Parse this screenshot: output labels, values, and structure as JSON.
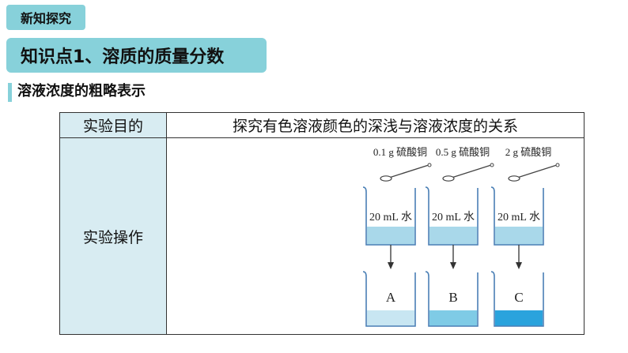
{
  "tag": "新知探究",
  "banner": "知识点1、溶质的质量分数",
  "subtitle": "溶液浓度的粗略表示",
  "table": {
    "row1": {
      "header": "实验目的",
      "content": "探究有色溶液颜色的深浅与溶液浓度的关系"
    },
    "row2": {
      "header": "实验操作"
    }
  },
  "experiment": {
    "samples": [
      {
        "amount": "0.1 g 硫酸铜",
        "water": "20 mL 水",
        "result": "A",
        "color": "#c8e6f2"
      },
      {
        "amount": "0.5 g 硫酸铜",
        "water": "20 mL 水",
        "result": "B",
        "color": "#7fcbe6"
      },
      {
        "amount": "2 g 硫酸铜",
        "water": "20 mL 水",
        "result": "C",
        "color": "#2aa3dd"
      }
    ],
    "water_color": "#a9d8ea",
    "beaker_border": "#4a7fb5"
  }
}
